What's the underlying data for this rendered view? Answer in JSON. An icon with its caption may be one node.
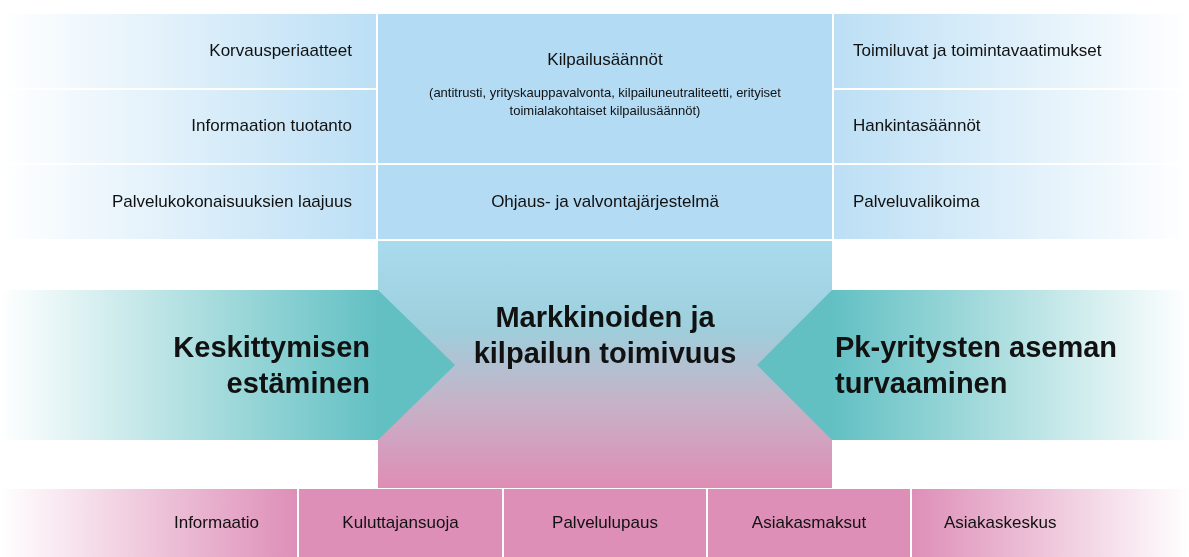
{
  "diagram": {
    "nodes": [
      {
        "text": [
          "Korvausperiaatteet"
        ]
      },
      {
        "text": [
          "Kilpailusäännöt",
          "(antitrusti, yrityskauppavalvonta, kilpailuneutraliteetti, erityiset toimialakohtaiset kilpailusäännöt)"
        ]
      },
      {
        "text": [
          "Toimiluvat ja toimintavaatimukset"
        ]
      },
      {
        "text": [
          "Informaation tuotanto"
        ]
      },
      {
        "text": [
          "Hankintasäännöt"
        ]
      },
      {
        "text": [
          "Palvelukokonaisuuksien laajuus"
        ]
      },
      {
        "text": [
          "Ohjaus- ja valvontajärjestelmä"
        ]
      },
      {
        "text": [
          "Palveluvalikoima"
        ]
      },
      {
        "text": [
          "Keskittymisen estäminen"
        ]
      },
      {
        "text": [
          "Markkinoiden ja kilpailun toimivuus"
        ]
      },
      {
        "text": [
          "Pk-yritysten aseman turvaaminen"
        ]
      },
      {
        "text": [
          "Informaatio"
        ]
      },
      {
        "text": [
          "Kuluttajansuoja"
        ]
      },
      {
        "text": [
          "Palvelulupaus"
        ]
      },
      {
        "text": [
          "Asiakasmaksut"
        ]
      },
      {
        "text": [
          "Asiakaskeskus"
        ]
      }
    ]
  }
}
